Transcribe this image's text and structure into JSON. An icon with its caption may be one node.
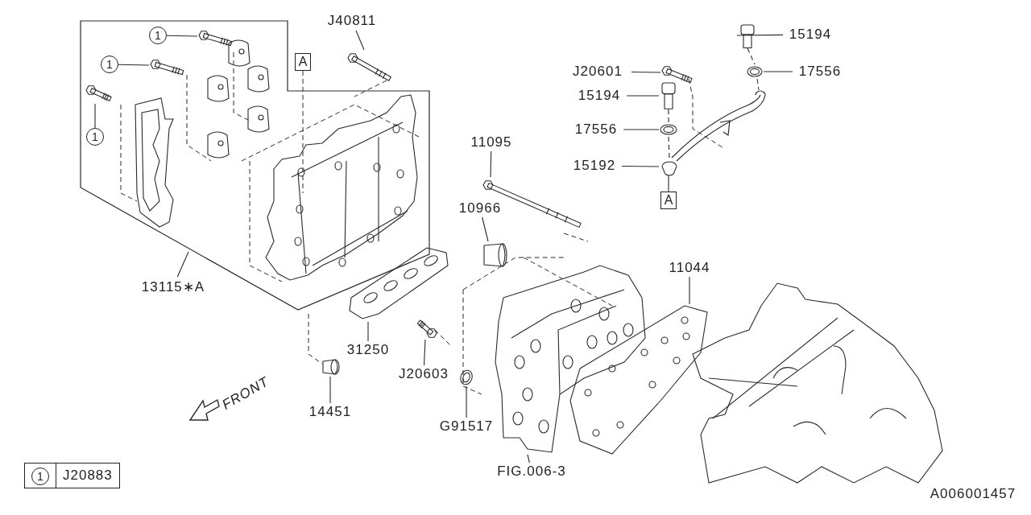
{
  "diagram": {
    "nodes": [
      {
        "text": [
          "J40811"
        ]
      },
      {
        "text": [
          "1"
        ]
      },
      {
        "text": [
          "1"
        ]
      },
      {
        "text": [
          "1"
        ]
      },
      {
        "text": [
          "A"
        ]
      },
      {
        "text": [
          "J20601"
        ]
      },
      {
        "text": [
          "15194"
        ]
      },
      {
        "text": [
          "17556"
        ]
      },
      {
        "text": [
          "15194"
        ]
      },
      {
        "text": [
          "17556"
        ]
      },
      {
        "text": [
          "15192"
        ]
      },
      {
        "text": [
          "A"
        ]
      },
      {
        "text": [
          "11095"
        ]
      },
      {
        "text": [
          "10966"
        ]
      },
      {
        "text": [
          "11044"
        ]
      },
      {
        "text": [
          "13115∗A"
        ]
      },
      {
        "text": [
          "31250"
        ]
      },
      {
        "text": [
          "J20603"
        ]
      },
      {
        "text": [
          "14451"
        ]
      },
      {
        "text": [
          "G91517"
        ]
      },
      {
        "text": [
          "FIG.006-3"
        ]
      },
      {
        "text": [],
        "shape": "picture"
      },
      {
        "text": [],
        "shape": "picture"
      },
      {
        "text": [],
        "shape": "picture"
      },
      {
        "text": [],
        "shape": "picture"
      },
      {
        "text": [],
        "shape": "picture"
      },
      {
        "text": [],
        "shape": "picture"
      },
      {
        "text": [],
        "shape": "picture"
      },
      {
        "text": [],
        "shape": "picture"
      },
      {
        "text": [],
        "shape": "picture"
      },
      {
        "text": [],
        "shape": "picture"
      },
      {
        "text": [],
        "shape": "picture"
      },
      {
        "text": [],
        "shape": "picture"
      },
      {
        "text": [],
        "shape": "picture"
      },
      {
        "text": [],
        "shape": "picture"
      },
      {
        "text": [],
        "shape": "picture"
      },
      {
        "text": [],
        "shape": "picture"
      },
      {
        "text": [],
        "shape": "picture"
      },
      {
        "text": [],
        "shape": "picture"
      }
    ],
    "edges": [
      {
        "from": 0,
        "to": 21,
        "arrow": "none"
      },
      {
        "from": 1,
        "to": 22,
        "arrow": "none"
      },
      {
        "from": 2,
        "to": 23,
        "arrow": "none"
      },
      {
        "from": 3,
        "to": 24,
        "arrow": "none"
      },
      {
        "from": 5,
        "to": 25,
        "arrow": "none"
      },
      {
        "from": 6,
        "to": 26,
        "arrow": "none"
      },
      {
        "from": 7,
        "to": 27,
        "arrow": "none"
      },
      {
        "from": 8,
        "to": 28,
        "arrow": "none"
      },
      {
        "from": 9,
        "to": 29,
        "arrow": "none"
      },
      {
        "from": 10,
        "to": 30,
        "arrow": "none"
      },
      {
        "from": 11,
        "to": 30,
        "arrow": "none"
      },
      {
        "from": 12,
        "to": 31,
        "arrow": "none"
      },
      {
        "from": 13,
        "to": 32,
        "arrow": "none"
      },
      {
        "from": 14,
        "to": 33,
        "arrow": "none"
      },
      {
        "from": 15,
        "to": null,
        "arrow": "none"
      },
      {
        "from": 16,
        "to": 34,
        "arrow": "none"
      },
      {
        "from": 17,
        "to": 35,
        "arrow": "none"
      },
      {
        "from": 18,
        "to": 36,
        "arrow": "none"
      },
      {
        "from": 19,
        "to": 37,
        "arrow": "none"
      },
      {
        "from": 20,
        "to": 38,
        "arrow": "none"
      },
      {
        "from": 26,
        "to": 27,
        "arrow": "none",
        "style": "dashed"
      },
      {
        "from": 28,
        "to": 29,
        "arrow": "none",
        "style": "dashed"
      },
      {
        "from": 29,
        "to": 30,
        "arrow": "none",
        "style": "dashed"
      }
    ],
    "labels": [
      "FRONT",
      "1",
      "J20883",
      "A006001457"
    ]
  }
}
